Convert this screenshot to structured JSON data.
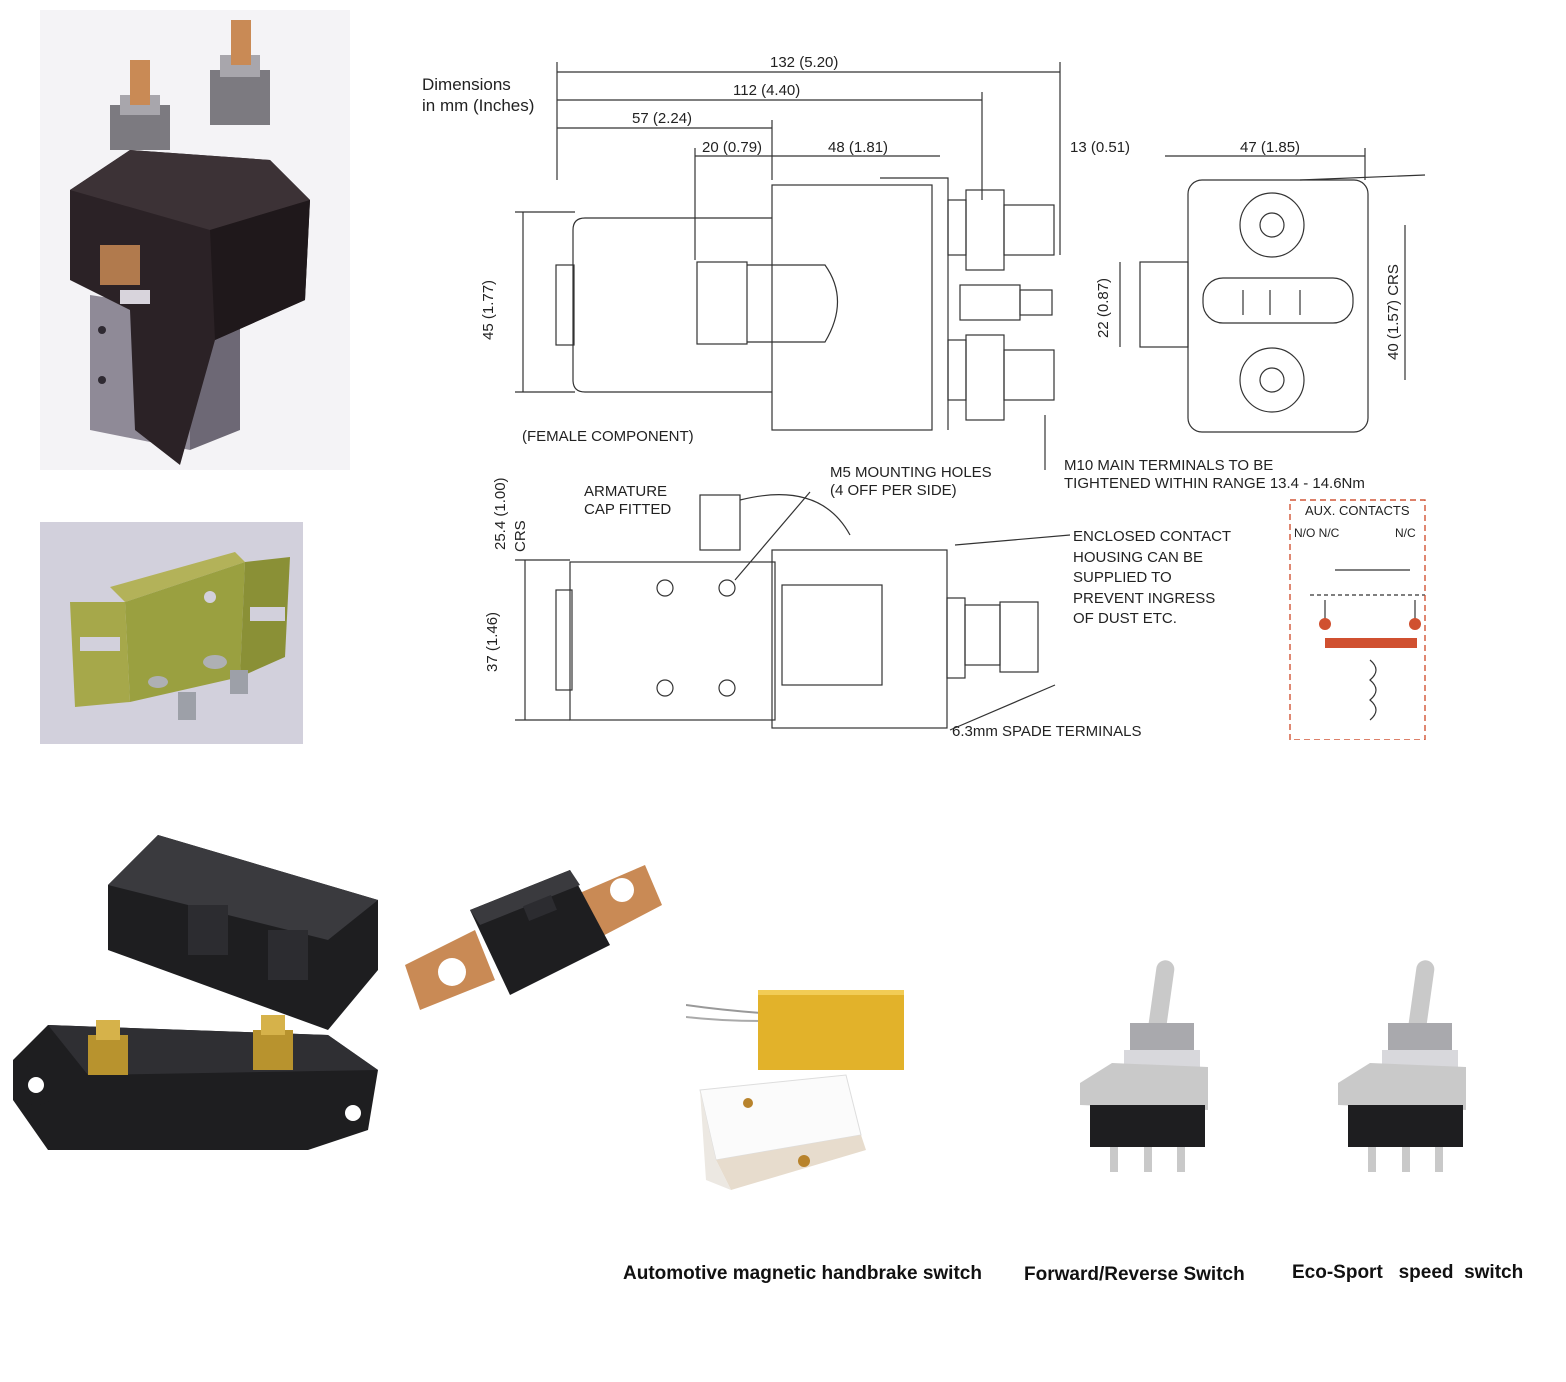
{
  "drawing": {
    "dimensions_note": [
      "Dimensions",
      "in mm (Inches)"
    ],
    "dim_top": [
      "132 (5.20)",
      "112 (4.40)",
      "57 (2.24)"
    ],
    "dim_row2": [
      "20 (0.79)",
      "48 (1.81)",
      "13 (0.51)",
      "47 (1.85)"
    ],
    "dim_vertical": [
      "45 (1.77)",
      "22 (0.87)",
      "40 (1.57) CRS",
      "25.4 (1.00)",
      "CRS",
      "37 (1.46)"
    ],
    "female_component": "(FEMALE COMPONENT)",
    "m10_note": [
      "M10 MAIN TERMINALS TO BE",
      "TIGHTENED WITHIN RANGE 13.4 - 14.6Nm"
    ],
    "armature_note": [
      "ARMATURE",
      "CAP FITTED"
    ],
    "m5_note": [
      "M5 MOUNTING HOLES",
      "(4 OFF PER SIDE)"
    ],
    "enclosed_note": [
      "ENCLOSED CONTACT",
      "HOUSING CAN BE",
      "SUPPLIED TO",
      "PREVENT INGRESS",
      "OF DUST ETC."
    ],
    "spade_note": "6.3mm SPADE TERMINALS",
    "aux_contacts": "AUX. CONTACTS",
    "aux_no_nc_left": "N/O N/C",
    "aux_nc_right": "N/C"
  },
  "captions": {
    "handbrake": "Automotive magnetic handbrake switch",
    "forward_reverse": "Forward/Reverse Switch",
    "eco_sport": "Eco-Sport   speed  switch"
  },
  "colors": {
    "line": "#333333",
    "solenoid_body": "#2b2226",
    "copper": "#c98a55",
    "bracket": "#9aa040",
    "fuse_black": "#1e1e20",
    "magnet_yellow": "#e2b22a",
    "chrome": "#c9c9c9",
    "aux_red": "#d05030"
  }
}
